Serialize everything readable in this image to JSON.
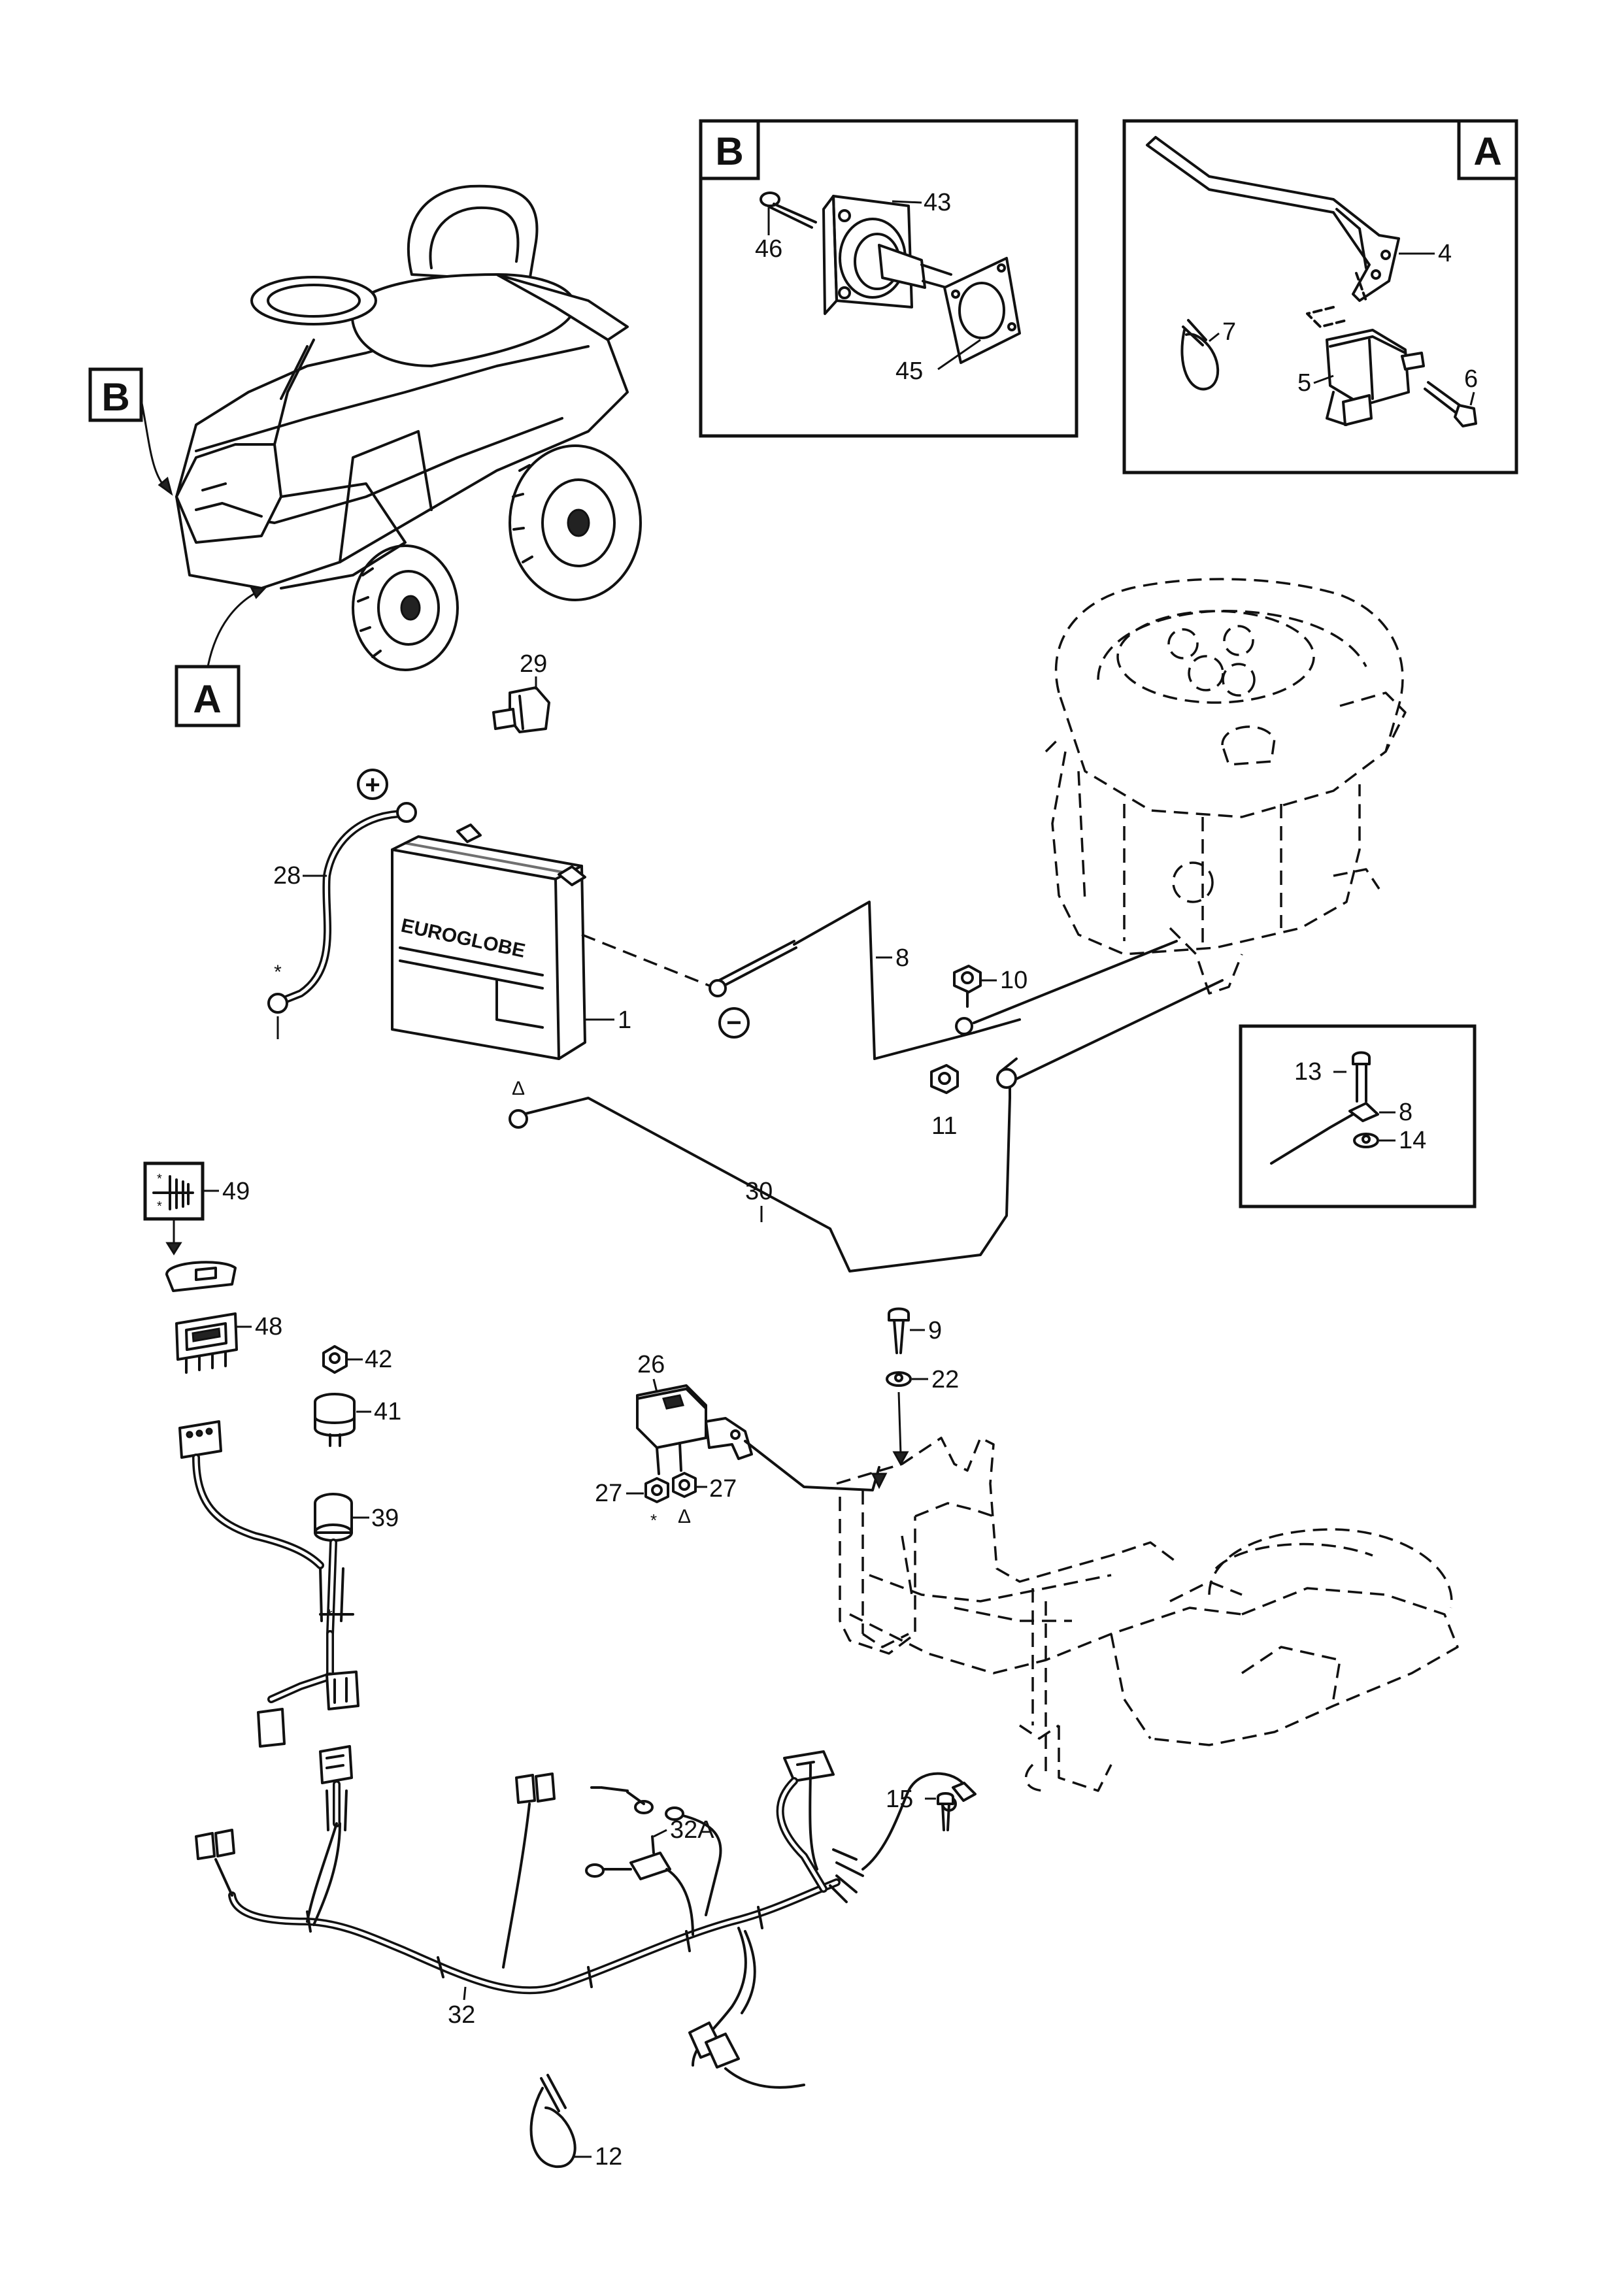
{
  "views": {
    "a_label": "A",
    "b_label": "B"
  },
  "battery_brand": "EUROGLOBE",
  "symbols": {
    "plus": "+",
    "minus": "−",
    "star": "*",
    "triangle": "Δ"
  },
  "callouts": {
    "p1": "1",
    "p4": "4",
    "p5": "5",
    "p6": "6",
    "p7": "7",
    "p8a": "8",
    "p8b": "8",
    "p9": "9",
    "p10": "10",
    "p11": "11",
    "p12": "12",
    "p13": "13",
    "p14": "14",
    "p15": "15",
    "p22": "22",
    "p26": "26",
    "p27a": "27",
    "p27b": "27",
    "p28": "28",
    "p29": "29",
    "p30": "30",
    "p32": "32",
    "p32a": "32A",
    "p39": "39",
    "p41": "41",
    "p42": "42",
    "p43": "43",
    "p45": "45",
    "p46": "46",
    "p48": "48",
    "p49": "49"
  }
}
